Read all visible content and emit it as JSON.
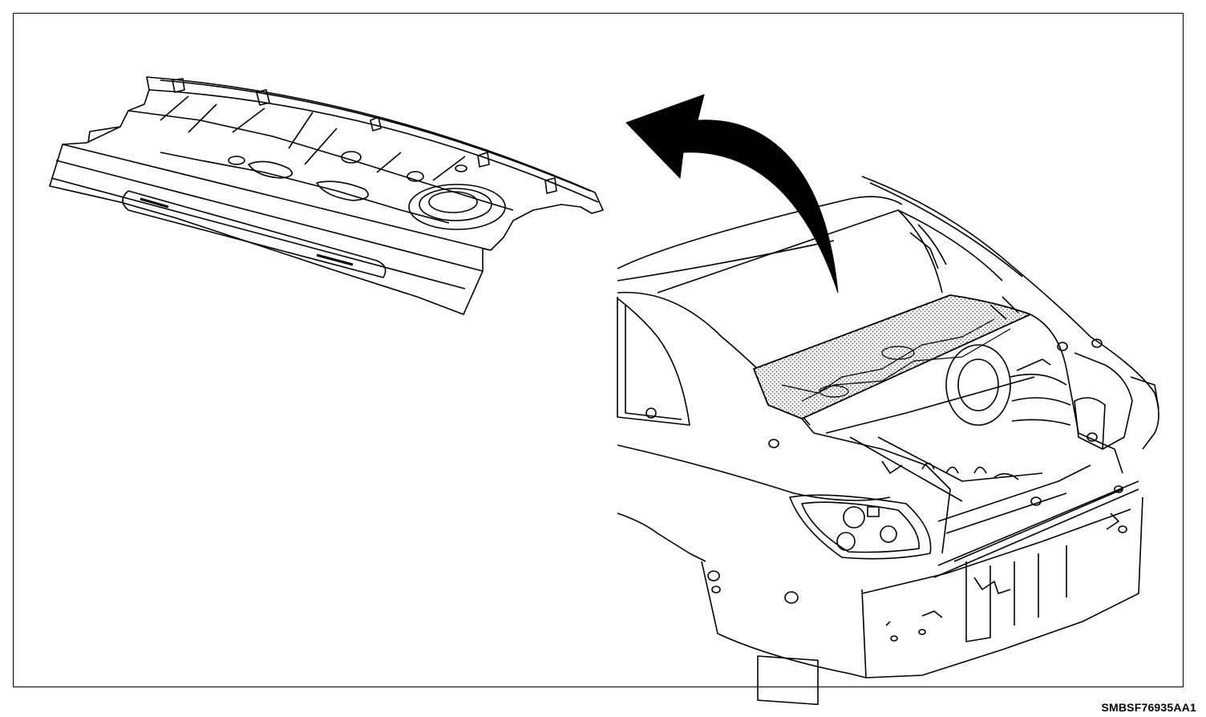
{
  "figure": {
    "reference_code": "SMBSF76935AA1"
  },
  "parts": {
    "left": "rear-shelf-panel",
    "right": "vehicle-rear-body",
    "indicator": "removal-arrow-icon"
  },
  "colors": {
    "line": "#000000",
    "background": "#ffffff",
    "shade": "#9a9a9a"
  }
}
